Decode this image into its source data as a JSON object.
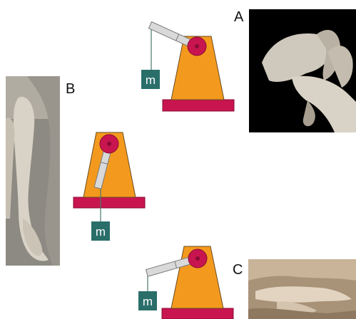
{
  "labels": {
    "a": "A",
    "b": "B",
    "c": "C"
  },
  "mass_label": "m",
  "colors": {
    "base": "#c8154f",
    "stand": "#f39a1e",
    "stand_outline": "#6b4b1f",
    "joint": "#c8154f",
    "joint_pin": "#8a0b33",
    "lever": "#d9d9d9",
    "lever_outline": "#7a7a7a",
    "mass": "#2a6e6a",
    "string": "#4a7a6a",
    "photo_a_bg": "#000000",
    "marble": "#d8d2c8"
  },
  "icons": {
    "mechanism_a": "elevated-lever-icon",
    "mechanism_b": "hanging-lever-icon",
    "mechanism_c": "horizontal-lever-icon",
    "photo_a": "statue-arm-raised",
    "photo_b": "statue-arm-hanging",
    "photo_c": "statue-hands-resting"
  }
}
